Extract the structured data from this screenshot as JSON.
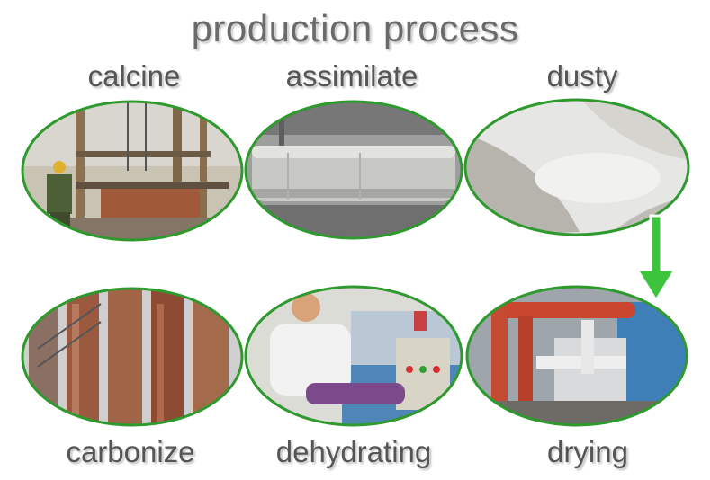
{
  "title": "production process",
  "steps": [
    {
      "label": "calcine",
      "image": "worker-at-calcining-furnace"
    },
    {
      "label": "assimilate",
      "image": "digestion-tank"
    },
    {
      "label": "dusty",
      "image": "white-powder"
    },
    {
      "label": "carbonize",
      "image": "carbonization-towers"
    },
    {
      "label": "dehydrating",
      "image": "operator-at-control-panel"
    },
    {
      "label": "drying",
      "image": "drying-plant-red-pipes"
    }
  ],
  "colors": {
    "ring": "#2e9a2e",
    "arrow": "#3cc43c",
    "text": "#555555"
  },
  "icons": {
    "flow_arrow": "down-arrow-icon"
  }
}
